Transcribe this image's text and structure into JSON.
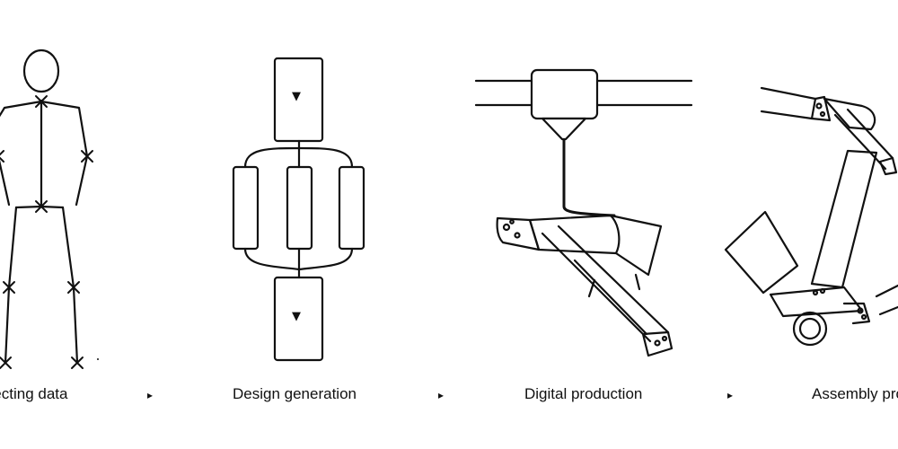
{
  "stages": [
    {
      "label": "Collecting data"
    },
    {
      "label": "Design generation"
    },
    {
      "label": "Digital production"
    },
    {
      "label": "Assembly process"
    }
  ],
  "arrow_glyph": "▸",
  "flow_glyph": "▼",
  "colors": {
    "stroke": "#111111",
    "background": "#ffffff"
  }
}
